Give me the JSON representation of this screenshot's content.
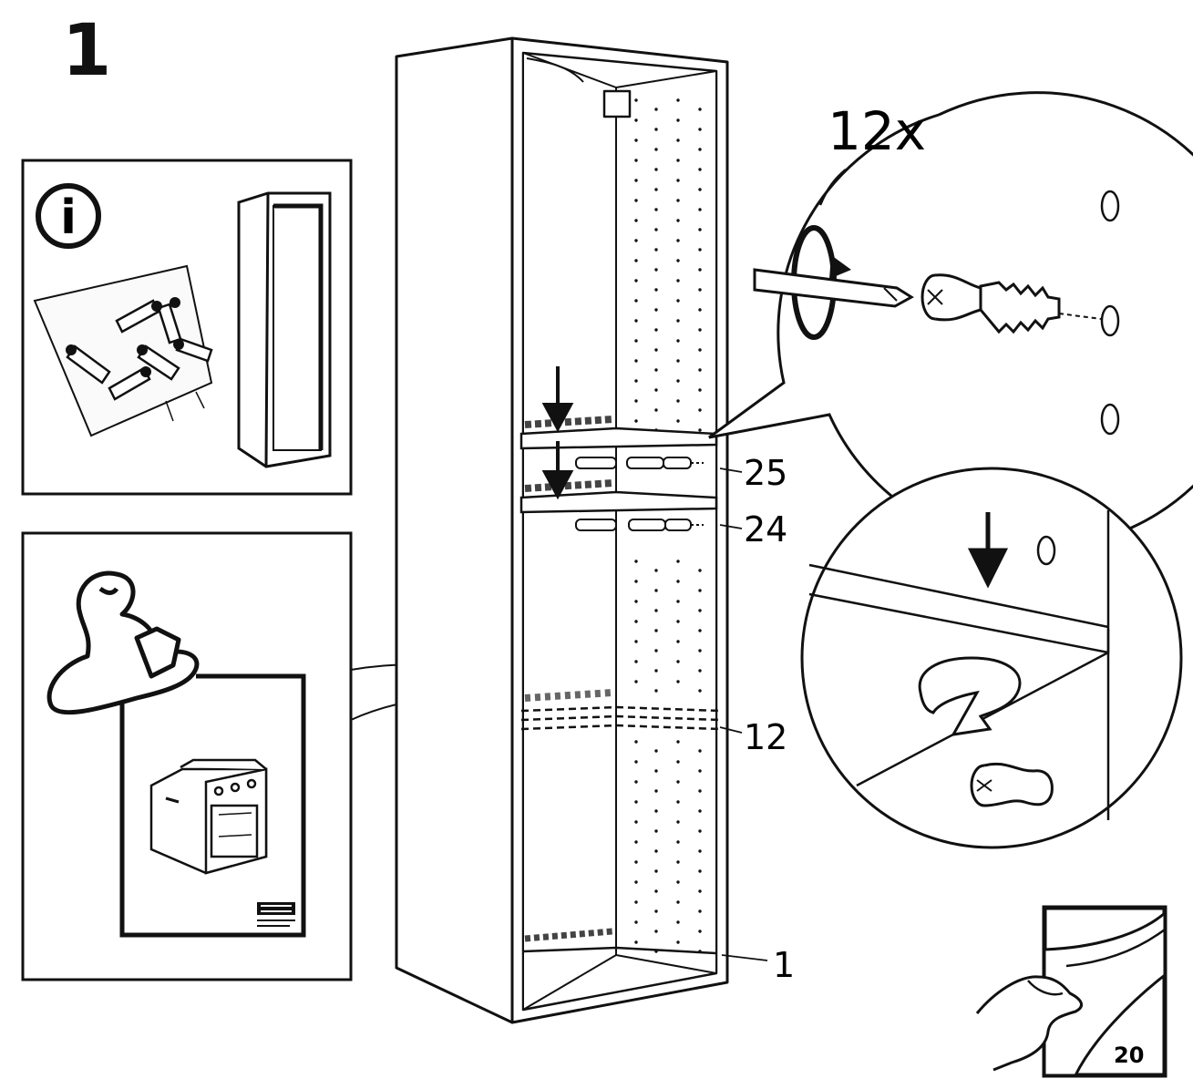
{
  "step": {
    "number": "1"
  },
  "quantity": {
    "label": "12x"
  },
  "callouts": [
    {
      "id": "c25",
      "label": "25"
    },
    {
      "id": "c24",
      "label": "24"
    },
    {
      "id": "c12",
      "label": "12"
    },
    {
      "id": "c1",
      "label": "1"
    }
  ],
  "info_panel": {
    "icon_letter": "i"
  },
  "page_turn": {
    "page_number": "20"
  },
  "colors": {
    "ink": "#111111",
    "paper": "#ffffff",
    "shade": "#d9d9d9"
  }
}
